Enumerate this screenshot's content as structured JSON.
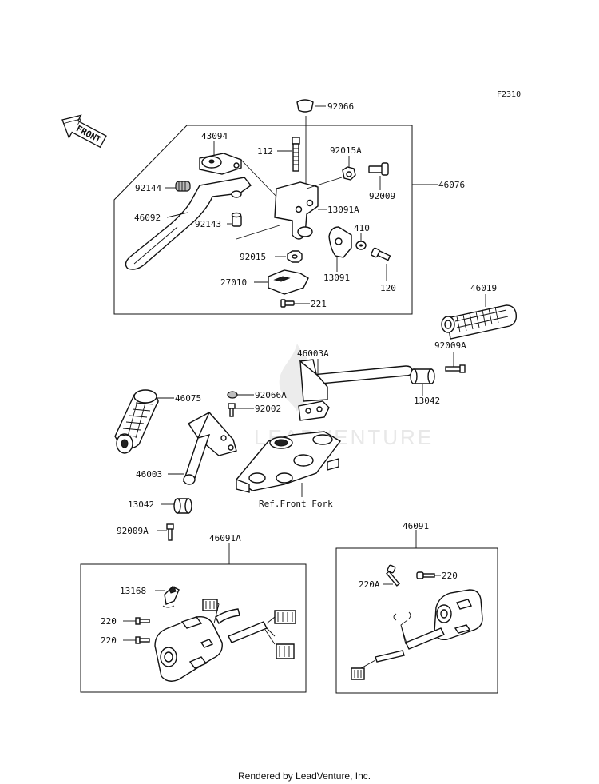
{
  "figure_code": "F2310",
  "front_label": "FRONT",
  "watermark": "LEADVENTURE",
  "reference_note": "Ref.Front Fork",
  "footer": "Rendered by LeadVenture, Inc.",
  "parts": {
    "p92066": "92066",
    "p43094": "43094",
    "p112": "112",
    "p92015A": "92015A",
    "p92009": "92009",
    "p46076": "46076",
    "p92144": "92144",
    "p46092": "46092",
    "p92143": "92143",
    "p13091A": "13091A",
    "p410": "410",
    "p92015": "92015",
    "p13091": "13091",
    "p120": "120",
    "p27010": "27010",
    "p221": "221",
    "p46019": "46019",
    "p46003A": "46003A",
    "p92009A_top": "92009A",
    "p46075": "46075",
    "p92066A": "92066A",
    "p13042_right": "13042",
    "p92002": "92002",
    "p46003": "46003",
    "p13042_left": "13042",
    "p92009A_left": "92009A",
    "p46091A": "46091A",
    "p46091": "46091",
    "p13168": "13168",
    "p220_a": "220",
    "p220_b": "220",
    "p220A": "220A",
    "p220_c": "220"
  }
}
